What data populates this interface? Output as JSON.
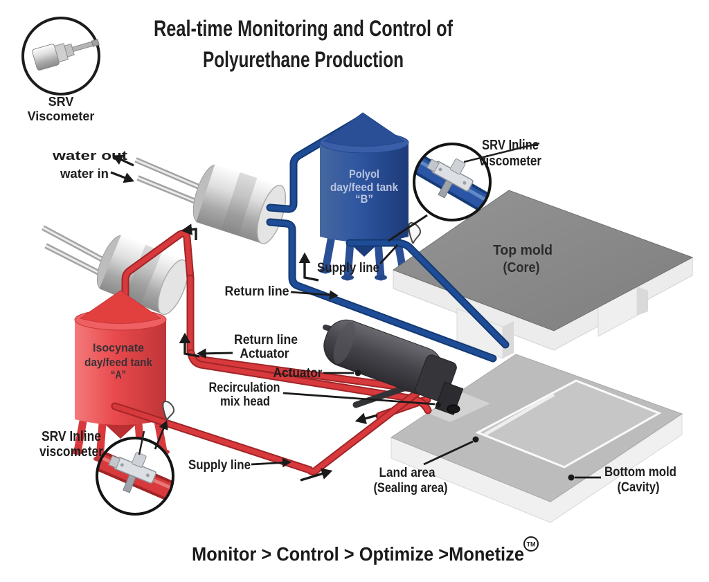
{
  "title": {
    "line1": "Real-time Monitoring and Control of",
    "line2": "Polyurethane Production"
  },
  "srv_badge": {
    "line1": "SRV",
    "line2": "Viscometer"
  },
  "water": {
    "out": "water out",
    "in": "water in"
  },
  "tanks": {
    "polyol": {
      "line1": "Polyol",
      "line2": "day/feed tank",
      "line3": "“B”"
    },
    "isocynate": {
      "line1": "Isocynate",
      "line2": "day/feed tank",
      "line3": "“A”"
    }
  },
  "inline_viscometer_top": {
    "line1": "SRV Inline",
    "line2": "viscometer"
  },
  "inline_viscometer_bottom": {
    "line1": "SRV Inline",
    "line2": "viscometer"
  },
  "lines": {
    "supply_blue": "Supply line",
    "return_blue": "Return line",
    "return_actuator_line1": "Return line",
    "return_actuator_line2": "Actuator",
    "actuator": "Actuator",
    "recirc_line1": "Recirculation",
    "recirc_line2": "mix head",
    "supply_red": "Supply line"
  },
  "molds": {
    "top": {
      "line1": "Top mold",
      "line2": "(Core)"
    },
    "bottom": {
      "line1": "Bottom mold",
      "line2": "(Cavity)"
    },
    "land": {
      "line1": "Land area",
      "line2": "(Sealing area)"
    }
  },
  "footer": {
    "text": "Monitor > Control > Optimize >Monetize",
    "tm": "TM"
  },
  "colors": {
    "polyol_blue": "#2e55a0",
    "isocynate_red": "#e8494c",
    "pipe_blue": "#1c4b96",
    "pipe_red": "#d8393c",
    "label_dark": "#1d1d1d"
  }
}
